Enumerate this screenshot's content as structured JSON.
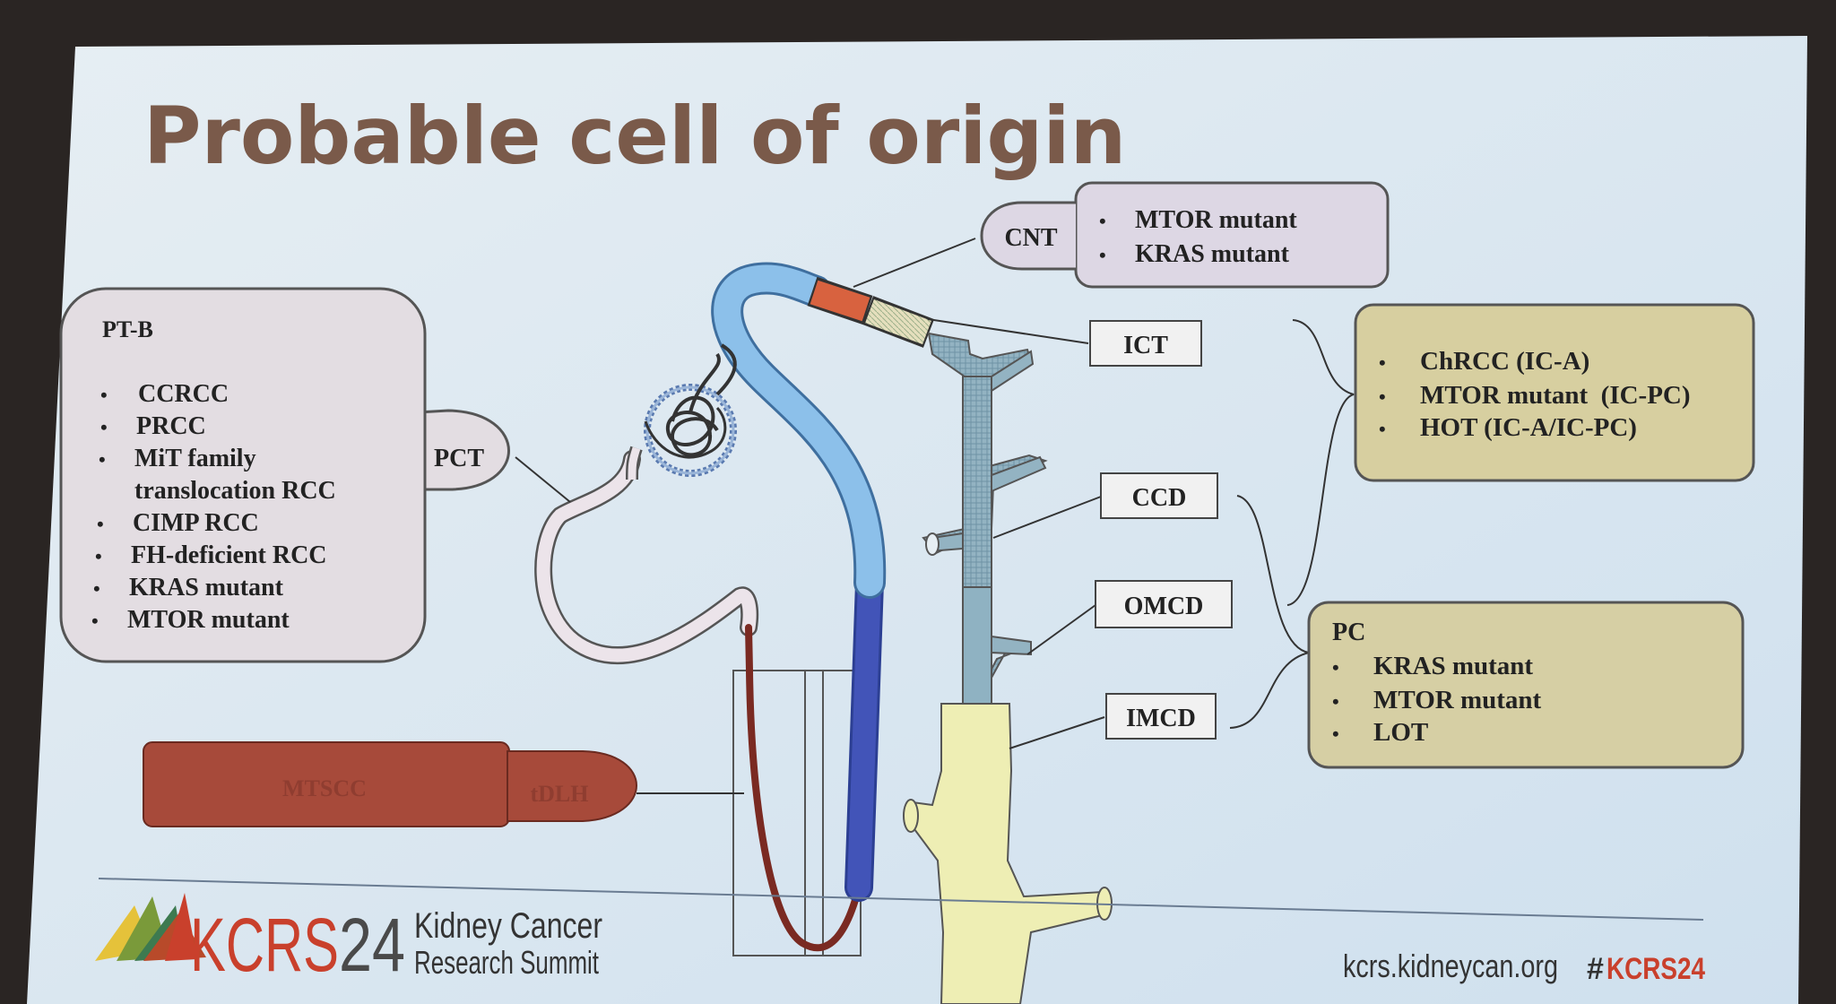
{
  "slide": {
    "title": "Probable cell of origin"
  },
  "segments": {
    "cnt": "CNT",
    "ict": "ICT",
    "ccd": "CCD",
    "omcd": "OMCD",
    "imcd": "IMCD",
    "pct": "PCT",
    "tdlh": "tDLH"
  },
  "boxes": {
    "cnt": {
      "items": [
        "MTOR mutant",
        "KRAS mutant"
      ]
    },
    "ptb": {
      "label": "PT-B",
      "items": [
        "CCRCC",
        "PRCC",
        "MiT family",
        "CIMP RCC",
        "FH-deficient RCC",
        "KRAS mutant",
        "MTOR mutant"
      ],
      "item_continuation": "translocation RCC"
    },
    "ic": {
      "items": [
        "ChRCC (IC-A)",
        "MTOR mutant  (IC-PC)",
        "HOT (IC-A/IC-PC)"
      ]
    },
    "pc": {
      "label": "PC",
      "items": [
        "KRAS mutant",
        "MTOR mutant",
        "LOT"
      ]
    },
    "mtscc": {
      "label": "MTSCC"
    }
  },
  "bullet_glyph": "•",
  "footer": {
    "brand_main": "KCRS",
    "brand_year": "24",
    "brand_line1": "Kidney Cancer",
    "brand_line2": "Research Summit",
    "url": "kcrs.kidneycan.org",
    "hashtag_prefix": "#",
    "hashtag_main": "KCRS24"
  },
  "colors": {
    "title": "#7a5a4a",
    "brand_red": "#c9402c",
    "slide_bg": "#dde9f1",
    "ic_box": "#d7cfa0",
    "pc_box": "#d6cfa4",
    "ptb_box": "#e3dde2",
    "cnt_box": "#ddd7e4",
    "mtscc": "#a74a3a",
    "tubule_light_blue": "#8cc0ea",
    "tubule_dark_blue": "#4050b0",
    "duct_teal": "#8fb0bf",
    "duct_yellow": "#eeeeb4"
  },
  "icons": [
    "kcrs-logo-icon"
  ]
}
